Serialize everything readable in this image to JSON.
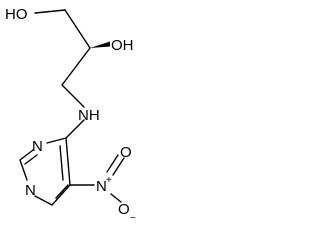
{
  "molecule": {
    "atoms": {
      "ho_top": "HO",
      "oh_mid": "OH",
      "nh": "NH",
      "ring_n_upper": "N",
      "ring_n_lower": "N",
      "nitro_n": "N",
      "nitro_n_charge": "+",
      "nitro_o_top": "O",
      "nitro_o_bottom": "O",
      "nitro_o_charge": "−"
    },
    "stereo": "wedge bond at chiral carbon toward OH",
    "colors": {
      "bond": "#000000",
      "background": "#ffffff"
    }
  }
}
